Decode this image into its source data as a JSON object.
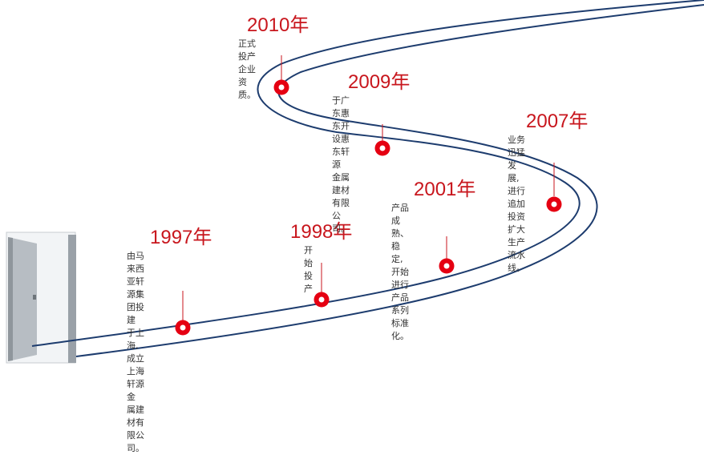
{
  "colors": {
    "road": "#1d3c6e",
    "accent": "#e50012",
    "year_text": "#c8161d",
    "door": "#c8ccd0"
  },
  "door": {
    "icon": "open-door-icon"
  },
  "milestones": [
    {
      "year": "1997年",
      "text": "由马来西亚轩源集团投建\n于上海,成立上海轩源金\n属建材有限公司。"
    },
    {
      "year": "1998年",
      "text": "开始投产"
    },
    {
      "year": "2001年",
      "text": "产品成熟、稳定,开始进行\n产品系列标准化。"
    },
    {
      "year": "2007年",
      "text": "业务迅猛发展,进行追加\n投资扩大生产流水线。"
    },
    {
      "year": "2009年",
      "text": "于广东惠东开设惠东轩源\n金属建材有限公司。"
    },
    {
      "year": "2010年",
      "text": "正式投产企业资质。"
    }
  ]
}
